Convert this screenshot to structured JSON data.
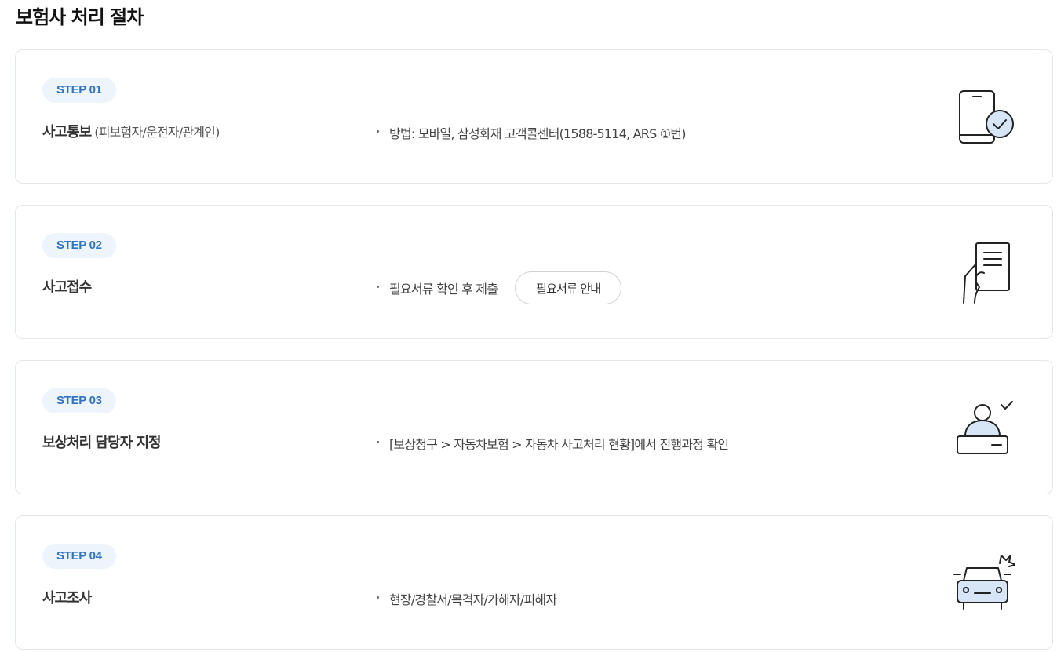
{
  "page": {
    "title": "보험사 처리 절차"
  },
  "steps": [
    {
      "badge": "STEP 01",
      "title": "사고통보",
      "subtitle": "(피보험자/운전자/관계인)",
      "description": "방법: 모바일, 삼성화재 고객콜센터(1588-5114, ARS ①번)",
      "icon": "mobile-check-icon"
    },
    {
      "badge": "STEP 02",
      "title": "사고접수",
      "subtitle": "",
      "description": "필요서류 확인 후 제출",
      "button_label": "필요서류 안내",
      "icon": "document-hand-icon"
    },
    {
      "badge": "STEP 03",
      "title": "보상처리 담당자 지정",
      "subtitle": "",
      "description": "[보상청구 > 자동차보험 > 자동차 사고처리 현황]에서 진행과정 확인",
      "icon": "agent-desk-icon"
    },
    {
      "badge": "STEP 04",
      "title": "사고조사",
      "subtitle": "",
      "description": "현장/경찰서/목격자/가해자/피해자",
      "icon": "car-crash-icon"
    }
  ],
  "colors": {
    "badge_text": "#2f72c9",
    "badge_bg": "#eef4fb",
    "icon_accent": "#d6e6f7",
    "card_border": "#e3e6ea"
  }
}
